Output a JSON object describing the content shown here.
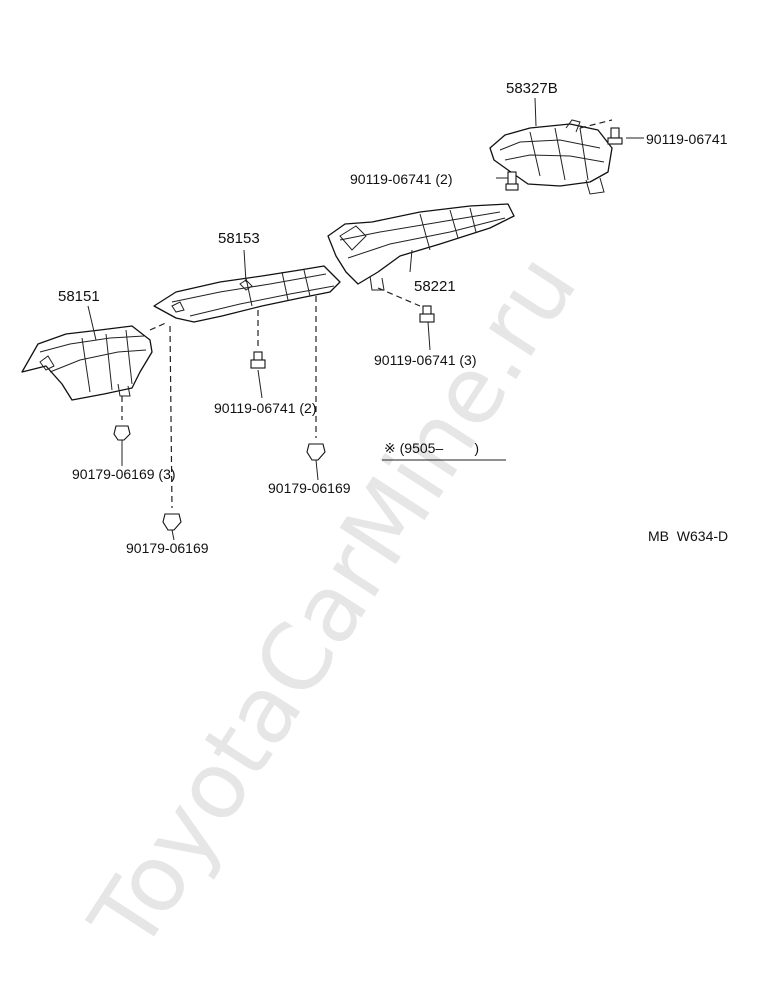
{
  "watermark": "ToyotaCarMine.ru",
  "diagram_code": "MB  W634-D",
  "note": {
    "symbol": "※",
    "text": "(9505–        )"
  },
  "parts": [
    {
      "id": "58151",
      "label": "58151"
    },
    {
      "id": "58153",
      "label": "58153"
    },
    {
      "id": "58221",
      "label": "58221"
    },
    {
      "id": "58327B",
      "label": "58327B"
    }
  ],
  "fasteners": [
    {
      "id": "f1",
      "label": "90119-06741"
    },
    {
      "id": "f2",
      "label": "90119-06741 (2)"
    },
    {
      "id": "f3",
      "label": "90119-06741 (3)"
    },
    {
      "id": "f4",
      "label": "90119-06741 (2)"
    },
    {
      "id": "f5",
      "label": "90179-06169 (3)"
    },
    {
      "id": "f6",
      "label": "90179-06169"
    },
    {
      "id": "f7",
      "label": "90179-06169"
    }
  ]
}
